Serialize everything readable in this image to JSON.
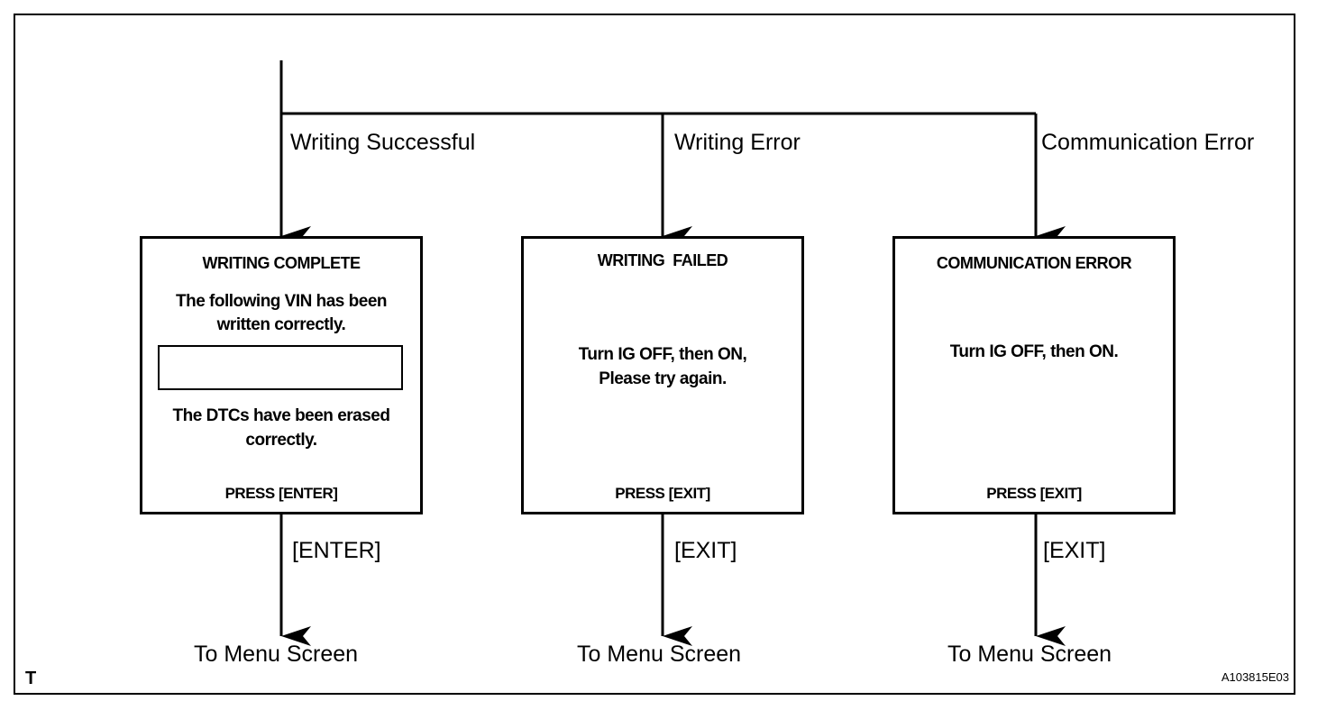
{
  "branches": [
    {
      "condition": "Writing Successful"
    },
    {
      "condition": "Writing Error"
    },
    {
      "condition": "Communication Error"
    }
  ],
  "screens": [
    {
      "title": "WRITING COMPLETE",
      "line1": "The following VIN has been",
      "line2": "written correctly.",
      "line3": "The DTCs have been erased",
      "line4": "correctly.",
      "prompt": "PRESS [ENTER]"
    },
    {
      "title": "WRITING  FAILED",
      "line1": "Turn IG OFF, then ON,",
      "line2": "Please try again.",
      "prompt": "PRESS [EXIT]"
    },
    {
      "title": "COMMUNICATION ERROR",
      "line1": "Turn IG OFF, then ON.",
      "prompt": "PRESS [EXIT]"
    }
  ],
  "actions": [
    "[ENTER]",
    "[EXIT]",
    "[EXIT]"
  ],
  "destinations": [
    "To Menu Screen",
    "To Menu Screen",
    "To Menu Screen"
  ],
  "corner_mark": "T",
  "figure_id": "A103815E03"
}
